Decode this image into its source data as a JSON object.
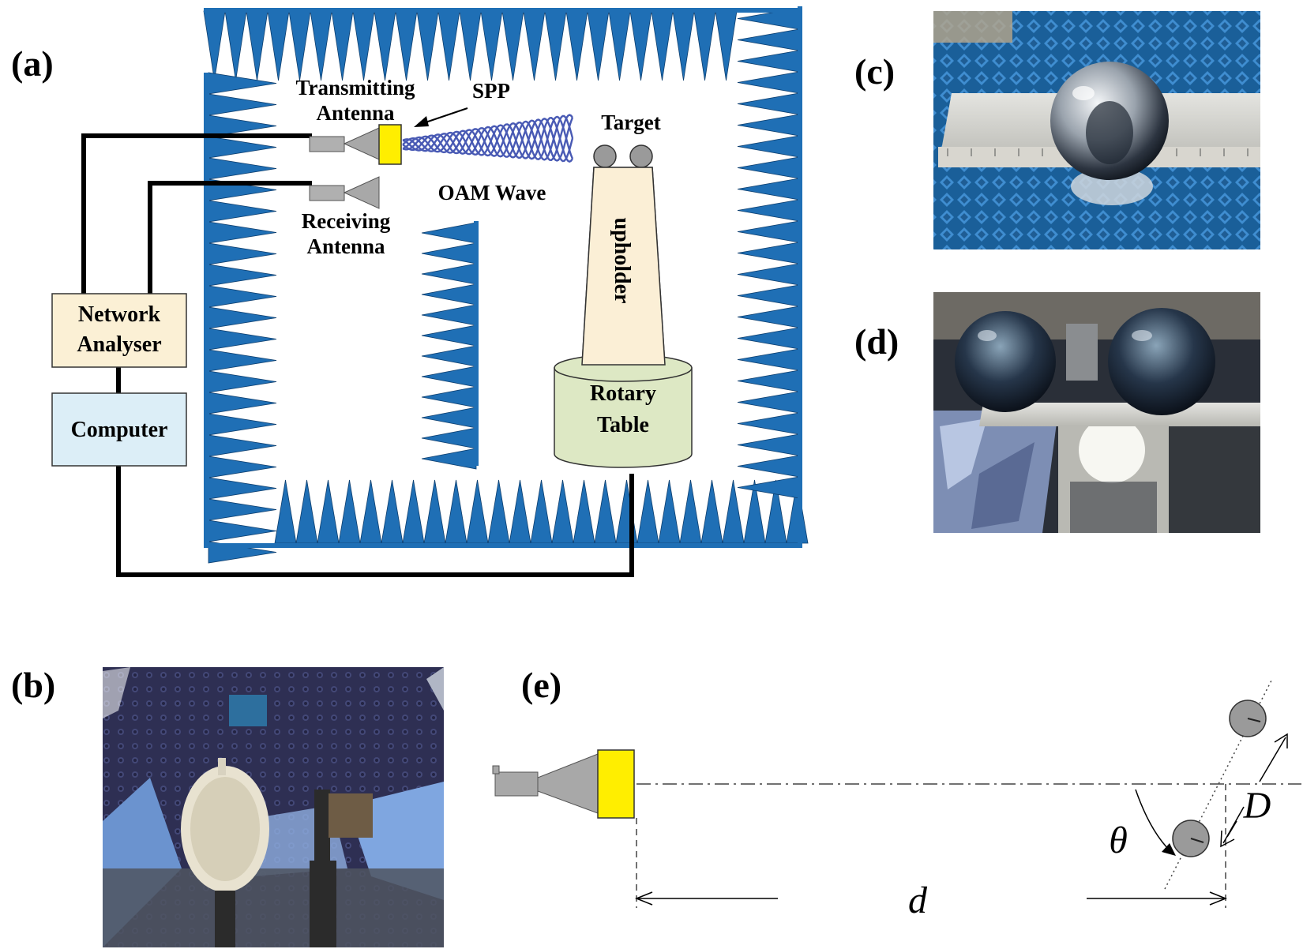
{
  "panels": {
    "a": "(a)",
    "b": "(b)",
    "c": "(c)",
    "d": "(d)",
    "e": "(e)"
  },
  "labels": {
    "transmitting_line1": "Transmitting",
    "transmitting_line2": "Antenna",
    "spp": "SPP",
    "target": "Target",
    "oam_wave": "OAM Wave",
    "receiving_line1": "Receiving",
    "receiving_line2": "Antenna",
    "upholder": "upholder",
    "network_line1": "Network",
    "network_line2": "Analyser",
    "computer": "Computer",
    "rotary_line1": "Rotary",
    "rotary_line2": "Table"
  },
  "geometry_labels": {
    "theta": "θ",
    "D": "D",
    "d": "d"
  },
  "colors": {
    "absorber": "#1f6fb5",
    "absorber_edge": "#0d3e6e",
    "spp_plate": "#ffee00",
    "antenna_gray": "#a8a8a8",
    "network_box": "#fbf0d5",
    "computer_box": "#dceef7",
    "rotary_table": "#dde8c4",
    "upholder": "#fbefd6",
    "sphere": "#9a9a9a",
    "oam_wave": "#2a3ea8"
  }
}
